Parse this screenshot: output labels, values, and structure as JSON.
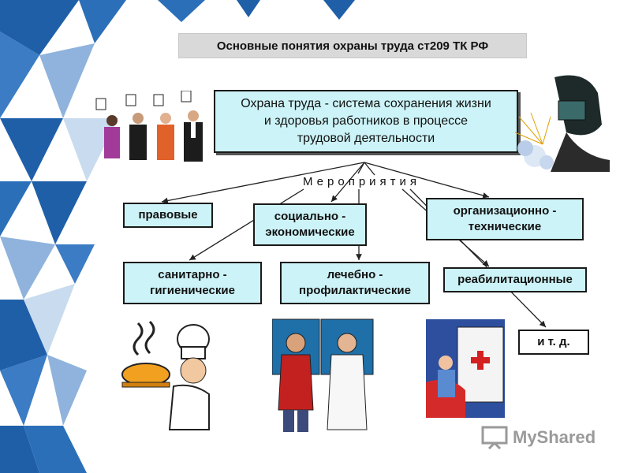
{
  "title": "Основные понятия охраны труда ст209  ТК РФ",
  "main_definition": {
    "line1": "Охрана труда - система сохранения жизни",
    "line2": "и здоровья работников в процессе",
    "line3": "трудовой деятельности"
  },
  "measures_label": "Мероприятия",
  "categories": {
    "legal": "правовые",
    "socioeconomic_1": "социально -",
    "socioeconomic_2": "экономические",
    "organizational_1": "организационно -",
    "organizational_2": "технические",
    "sanitary_1": "санитарно -",
    "sanitary_2": "гигиенические",
    "therapeutic_1": "лечебно -",
    "therapeutic_2": "профилактические",
    "rehab": "реабилитационные",
    "etc": "и  т. д."
  },
  "colors": {
    "box_fill": "#ccf3f7",
    "deco_blue": "#1f5fa8",
    "deco_light": "#8fb3dc"
  },
  "watermark": {
    "text": "MyShared",
    "icon": "presentation-board-icon"
  }
}
